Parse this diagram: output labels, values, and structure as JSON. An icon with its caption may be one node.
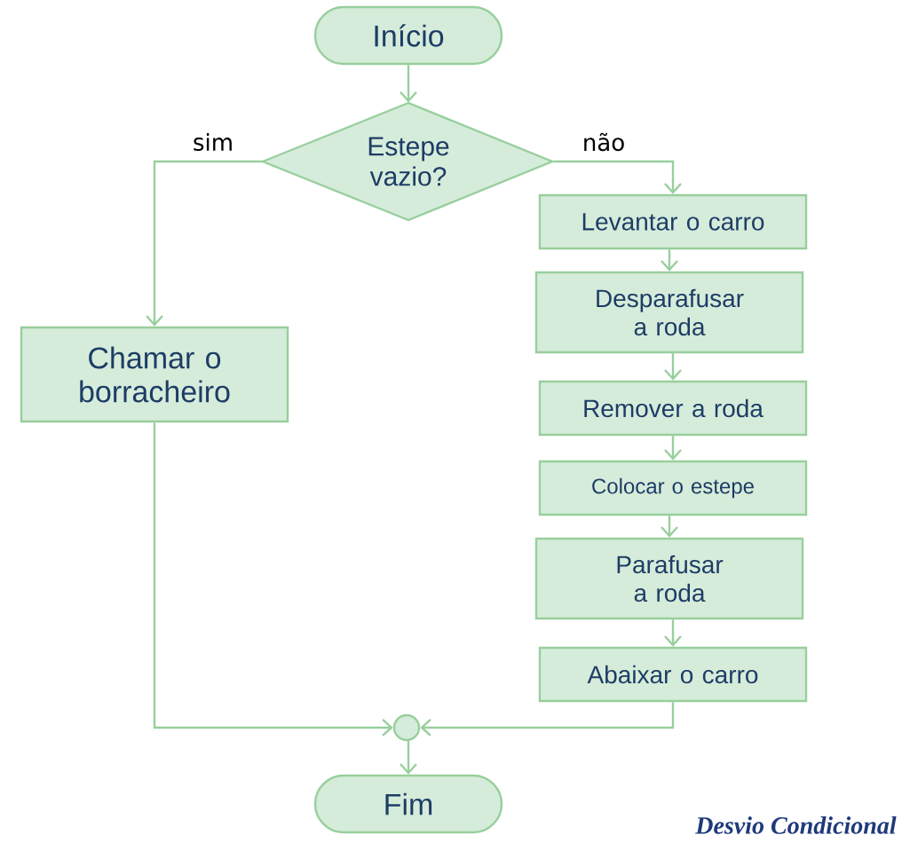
{
  "diagram": {
    "caption": "Desvio Condicional",
    "nodes": [
      {
        "text": [
          "Início"
        ]
      },
      {
        "text": [
          "Estepe vazio?"
        ]
      },
      {
        "text": [
          "Chamar o borracheiro"
        ]
      },
      {
        "text": [
          "Levantar o carro"
        ]
      },
      {
        "text": [
          "Desparafusar a roda"
        ]
      },
      {
        "text": [
          "Remover a roda"
        ]
      },
      {
        "text": [
          "Colocar o estepe"
        ]
      },
      {
        "text": [
          "Parafusar a roda"
        ]
      },
      {
        "text": [
          "Abaixar o carro"
        ]
      },
      {
        "text": [],
        "shape": "circle"
      },
      {
        "text": [
          "Fim"
        ]
      }
    ],
    "edges": [
      {
        "from": 0,
        "to": 1,
        "arrow": "to"
      },
      {
        "from": 1,
        "to": 2,
        "arrow": "to",
        "label": "sim"
      },
      {
        "from": 1,
        "to": 3,
        "arrow": "to",
        "label": "não"
      },
      {
        "from": 3,
        "to": 4,
        "arrow": "to"
      },
      {
        "from": 4,
        "to": 5,
        "arrow": "to"
      },
      {
        "from": 5,
        "to": 6,
        "arrow": "to"
      },
      {
        "from": 6,
        "to": 7,
        "arrow": "to"
      },
      {
        "from": 7,
        "to": 8,
        "arrow": "to"
      },
      {
        "from": 2,
        "to": 9,
        "arrow": "to"
      },
      {
        "from": 8,
        "to": 9,
        "arrow": "to"
      },
      {
        "from": 9,
        "to": 10,
        "arrow": "to"
      }
    ]
  }
}
